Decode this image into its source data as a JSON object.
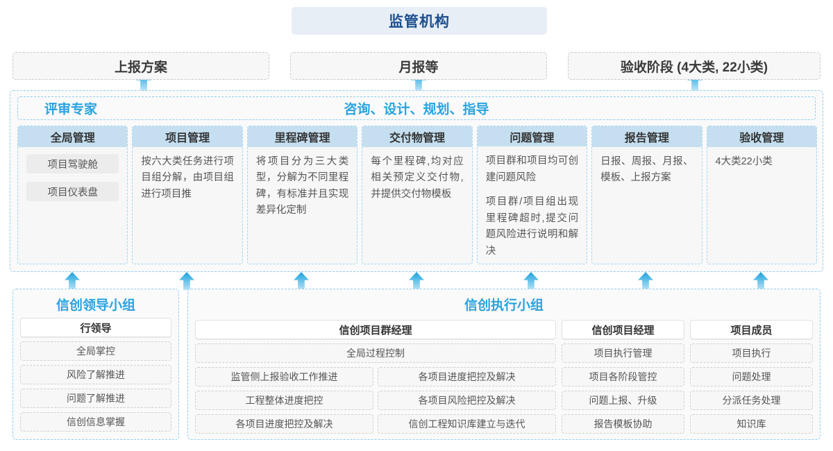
{
  "top": {
    "regulator": "监管机构"
  },
  "report_row": [
    {
      "label": "上报方案"
    },
    {
      "label": "月报等"
    },
    {
      "label": "验收阶段 (4大类, 22小类)"
    }
  ],
  "middle": {
    "header_left": "评审专家",
    "header_center": "咨询、设计、规划、指导",
    "columns": [
      {
        "title": "全局管理",
        "pills": [
          "项目驾驶舱",
          "项目仪表盘"
        ],
        "paragraphs": []
      },
      {
        "title": "项目管理",
        "pills": [],
        "paragraphs": [
          "按六大类任务进行项目组分解，由项目组进行项目推"
        ]
      },
      {
        "title": "里程碑管理",
        "pills": [],
        "paragraphs": [
          "将项目分为三大类型，分解为不同里程碑，有标准并且实现差异化定制"
        ]
      },
      {
        "title": "交付物管理",
        "pills": [],
        "paragraphs": [
          "每个里程碑,均对应相关预定义交付物,并提供交付物模板"
        ]
      },
      {
        "title": "问题管理",
        "pills": [],
        "paragraphs": [
          "项目群和项目均可创建问题风险",
          "项目群/项目组出现里程碑超时,提交问题风险进行说明和解决"
        ]
      },
      {
        "title": "报告管理",
        "pills": [],
        "paragraphs": [
          "日报、周报、月报、模板、上报方案"
        ]
      },
      {
        "title": "验收管理",
        "pills": [],
        "paragraphs": [
          "4大类22小类"
        ]
      }
    ]
  },
  "bottom": {
    "leader_group": {
      "title": "信创领导小组",
      "role": "行领导",
      "tasks": [
        "全局掌控",
        "风险了解推进",
        "问题了解推进",
        "信创信息掌握"
      ]
    },
    "exec_group": {
      "title": "信创执行小组",
      "program_manager": {
        "role": "信创项目群经理",
        "task_full": "全局过程控制",
        "tasks": [
          "监管侧上报验收工作推进",
          "各项目进度把控及解决",
          "工程整体进度把控",
          "各项目风险把控及解决",
          "各项目进度把控及解决",
          "信创工程知识库建立与迭代"
        ]
      },
      "project_manager": {
        "role": "信创项目经理",
        "tasks": [
          "项目执行管理",
          "项目各阶段管控",
          "问题上报、升级",
          "报告模板协助"
        ]
      },
      "project_member": {
        "role": "项目成员",
        "tasks": [
          "项目执行",
          "问题处理",
          "分派任务处理",
          "知识库"
        ]
      }
    }
  },
  "colors": {
    "accent_blue": "#29a3e0",
    "navy": "#1c4f8f",
    "col_head_bg": "#c5dff0",
    "regulator_bg": "#e7eef6"
  }
}
